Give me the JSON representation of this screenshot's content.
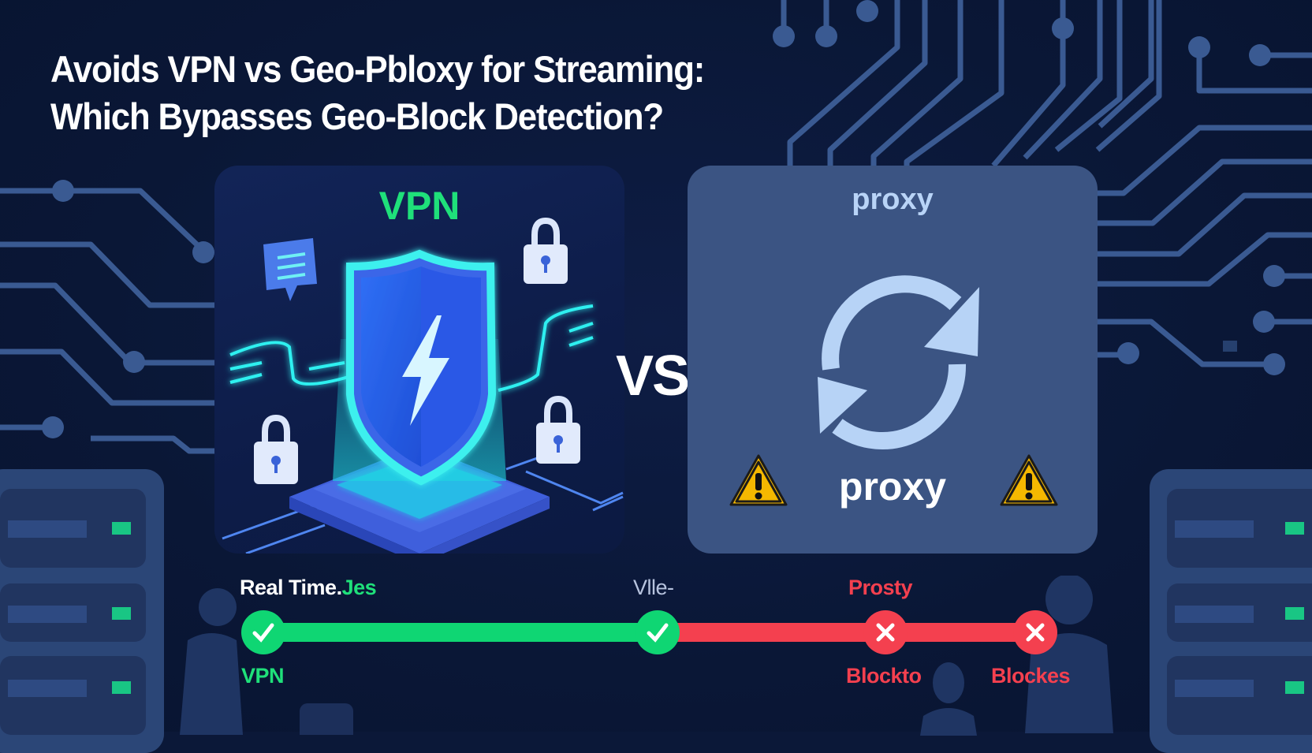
{
  "title": {
    "line1": "Avoids VPN vs Geo-Pbloxy for Streaming:",
    "line2": "Which Bypasses Geo-Block Detection?"
  },
  "vpn_panel": {
    "label": "VPN",
    "icons": [
      "shield-lightning-icon",
      "chat-bubble-icon",
      "lock-icon",
      "lock-icon",
      "lock-icon"
    ]
  },
  "vs_label": "VS",
  "proxy_panel": {
    "label_top": "proxy",
    "label_bottom": "proxy",
    "icons": [
      "refresh-arrows-icon",
      "warning-icon",
      "warning-icon"
    ]
  },
  "timeline": {
    "top_labels": [
      {
        "text_main": "Real Time.",
        "text_accent": "Jes"
      },
      {
        "text": "Vlle-"
      },
      {
        "text": "Prosty"
      }
    ],
    "nodes": [
      {
        "status": "check",
        "bottom_label": "VPN"
      },
      {
        "status": "check",
        "bottom_label": ""
      },
      {
        "status": "cross",
        "bottom_label": "Blockto"
      },
      {
        "status": "cross",
        "bottom_label": "Blockes"
      }
    ]
  },
  "colors": {
    "background": "#0b1838",
    "circuit": "#3a5a92",
    "success": "#0fd673",
    "danger": "#f4404f",
    "proxy_panel": "#3b5483",
    "warning": "#f5b800"
  }
}
